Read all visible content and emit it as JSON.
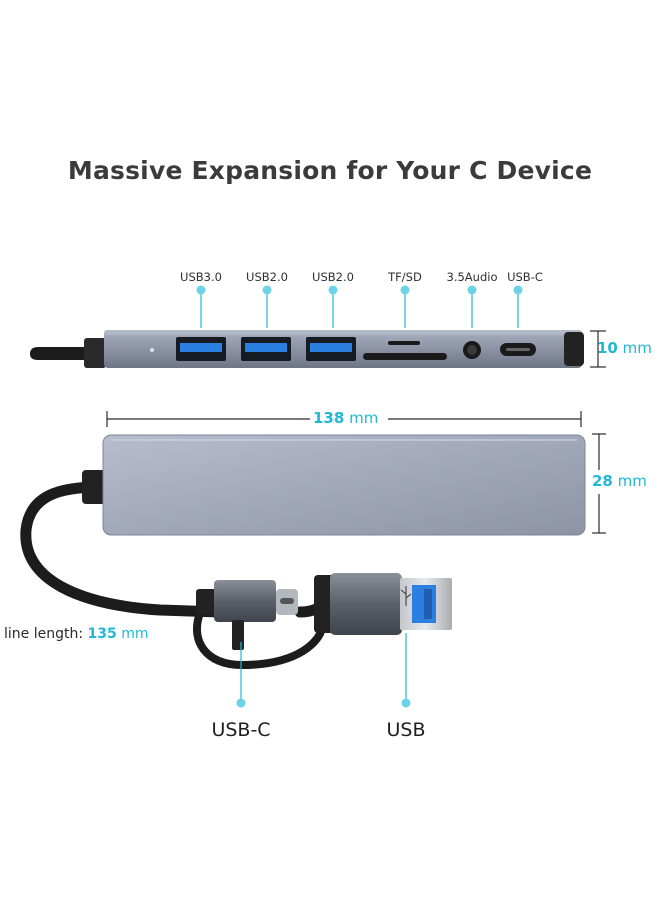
{
  "title": "Massive Expansion for Your C Device",
  "ports": [
    {
      "label": "USB3.0"
    },
    {
      "label": "USB2.0"
    },
    {
      "label": "USB2.0"
    },
    {
      "label": "TF/SD"
    },
    {
      "label": "3.5Audio"
    },
    {
      "label": "USB-C"
    }
  ],
  "dimensions": {
    "height": {
      "value": "10",
      "unit": "mm"
    },
    "length": {
      "value": "138",
      "unit": "mm"
    },
    "width": {
      "value": "28",
      "unit": "mm"
    },
    "cable": {
      "label": "line length:",
      "value": "135",
      "unit": "mm"
    }
  },
  "connectors": {
    "usbc": "USB-C",
    "usb": "USB"
  },
  "colors": {
    "accent": "#1fb8d6",
    "hub_body": "#9aa3b8",
    "cable": "#1c1c1c"
  }
}
